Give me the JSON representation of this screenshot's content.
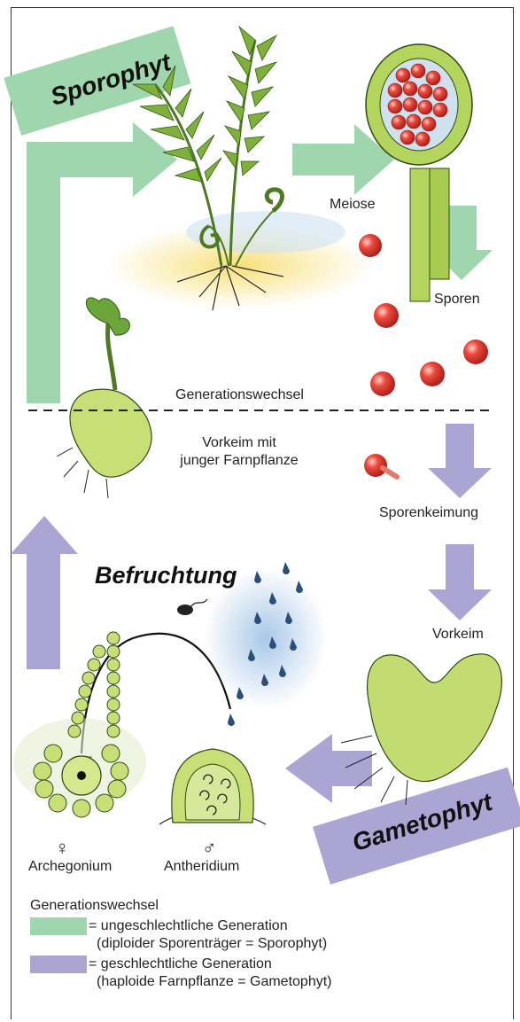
{
  "colors": {
    "sporophyte_green": "#9fd6ae",
    "gametophyte_purple": "#aba5d3",
    "plant_green": "#b4d55d",
    "spore_red": "#e0403a"
  },
  "bands": {
    "sporophyt": "Sporophyt",
    "gametophyt": "Gametophyt"
  },
  "labels": {
    "meiose": "Meiose",
    "sporen": "Sporen",
    "generationswechsel": "Generationswechsel",
    "vorkeim_mit_line1": "Vorkeim mit",
    "vorkeim_mit_line2": "junger Farnpflanze",
    "sporenkeimung": "Sporenkeimung",
    "vorkeim": "Vorkeim",
    "befruchtung": "Befruchtung",
    "female_symbol": "♀",
    "male_symbol": "♂",
    "archegonium": "Archegonium",
    "antheridium": "Antheridium"
  },
  "legend": {
    "title": "Generationswechsel",
    "items": [
      {
        "color": "#9fd6ae",
        "line1": "= ungeschlechtliche Generation",
        "line2": "(diploider Sporenträger = Sporophyt)"
      },
      {
        "color": "#aba5d3",
        "line1": "= geschlechtliche Generation",
        "line2": "(haploide Farnpflanze = Gametophyt)"
      }
    ]
  }
}
